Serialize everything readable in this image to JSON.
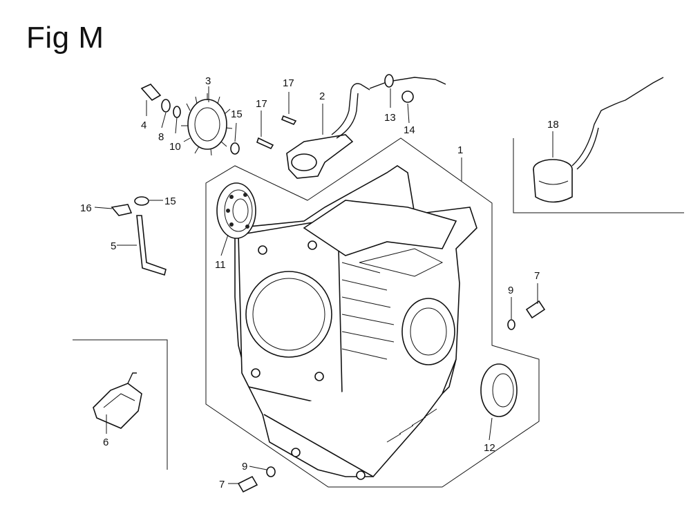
{
  "figure": {
    "title": "Fig M"
  },
  "callouts": {
    "c1": "1",
    "c2": "2",
    "c3": "3",
    "c4": "4",
    "c5": "5",
    "c6": "6",
    "c7a": "7",
    "c7b": "7",
    "c8": "8",
    "c9a": "9",
    "c9b": "9",
    "c10": "10",
    "c11": "11",
    "c12": "12",
    "c13": "13",
    "c14": "14",
    "c15a": "15",
    "c15b": "15",
    "c16": "16",
    "c17a": "17",
    "c17b": "17",
    "c18": "18"
  }
}
